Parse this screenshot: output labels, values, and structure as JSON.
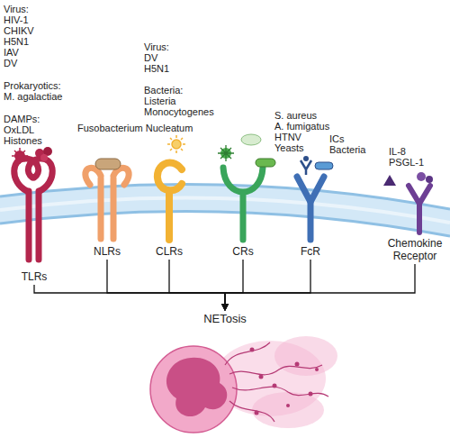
{
  "diagram": {
    "nodes": [
      {
        "text": [
          "TLRs"
        ]
      },
      {
        "text": [
          "NLRs"
        ]
      },
      {
        "text": [
          "CLRs"
        ]
      },
      {
        "text": [
          "CRs"
        ]
      },
      {
        "text": [
          "FcR"
        ]
      },
      {
        "text": [
          "Chemokine Receptor"
        ]
      },
      {
        "text": [
          "NETosis"
        ]
      }
    ],
    "edges": [
      {
        "from": 0,
        "to": 6,
        "arrow": "to"
      },
      {
        "from": 1,
        "to": 6,
        "arrow": "to"
      },
      {
        "from": 2,
        "to": 6,
        "arrow": "to"
      },
      {
        "from": 3,
        "to": 6,
        "arrow": "to"
      },
      {
        "from": 4,
        "to": 6,
        "arrow": "to"
      },
      {
        "from": 5,
        "to": 6,
        "arrow": "to"
      }
    ],
    "labels": [
      "Virus:",
      "HIV-1",
      "CHIKV",
      "H5N1",
      "IAV",
      "DV",
      "Prokaryotics:",
      "M. agalactiae",
      "DAMPs:",
      "OxLDL",
      "Histones",
      "Virus:",
      "DV",
      "H5N1",
      "Bacteria:",
      "Listeria",
      "Monocytogenes",
      "Fusobacterium Nucleatum",
      "S. aureus",
      "A. fumigatus",
      "HTNV",
      "Yeasts",
      "ICs",
      "Bacteria",
      "IL-8",
      "PSGL-1"
    ]
  }
}
